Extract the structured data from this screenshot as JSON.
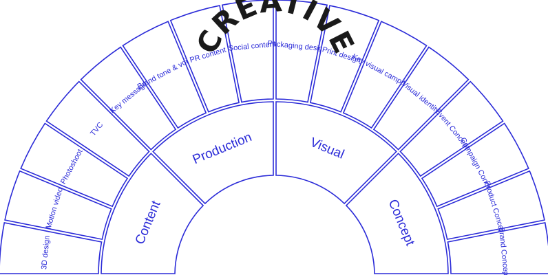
{
  "title": "CREATIVE",
  "colors": {
    "stroke": "#2b2bd8",
    "text": "#2b2bd8",
    "title": "#1a1a1a",
    "background": "#ffffff"
  },
  "categories": [
    {
      "name": "Content",
      "items": [
        "3D design",
        "Motion video",
        "Photoshoot",
        "TVC"
      ]
    },
    {
      "name": "Production",
      "items": [
        "Key message",
        "Brand tone & voice",
        "PR content",
        "Social content"
      ]
    },
    {
      "name": "Visual",
      "items": [
        "Packaging design",
        "Print design",
        "Key visual campaign",
        "Visual identity"
      ]
    },
    {
      "name": "Concept",
      "items": [
        "Event Concept",
        "Campaign Concept",
        "Product Concept",
        "Brand Concept"
      ]
    }
  ]
}
